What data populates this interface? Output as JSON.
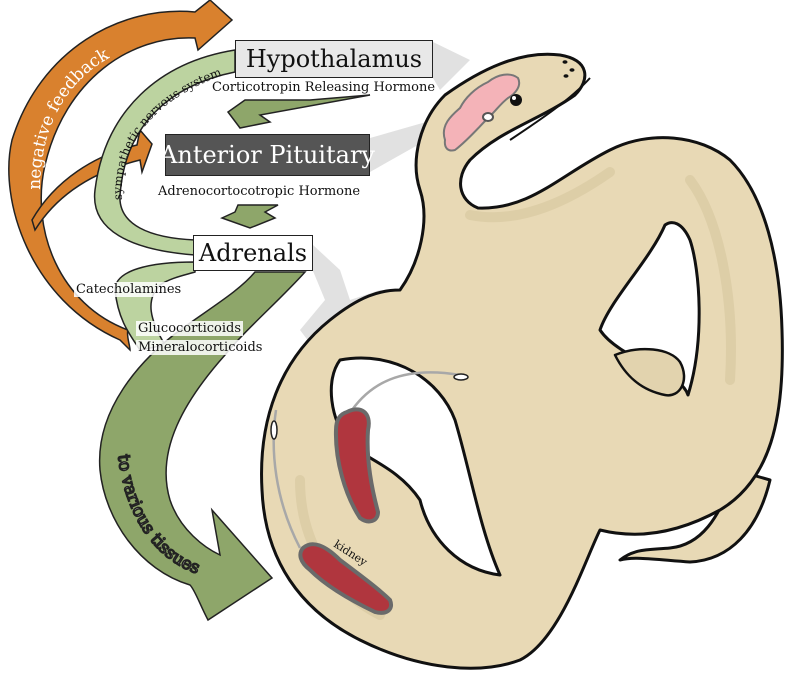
{
  "diagram": {
    "title": "Hypothalamic-pituitary-adrenal axis in a snake",
    "nodes": {
      "hypothalamus": "Hypothalamus",
      "anterior_pituitary": "Anterior Pituitary",
      "adrenals": "Adrenals"
    },
    "hormones": {
      "crh": "Corticotropin Releasing Hormone",
      "acth": "Adrenocortocotropic Hormone",
      "catecholamines": "Catecholamines",
      "glucocorticoids": "Glucocorticoids",
      "mineralocorticoids": "Mineralocorticoids"
    },
    "arrows": {
      "negative_feedback": "negative feedback",
      "sympathetic": "sympathetic nervous system",
      "to_tissues": "to various tissues"
    },
    "anatomy": {
      "kidney": "kidney"
    },
    "colors": {
      "feedback_orange": "#d9812e",
      "sympathetic_green": "#bcd3a0",
      "hormone_green": "#8ea66a",
      "snake_body": "#e8d9b5",
      "snake_shadow": "#d8c9a4",
      "brain_pink": "#f4b3b8",
      "kidney_red": "#b0363e",
      "kidney_outline": "#6a6a6a",
      "connector_gray": "#d4d4d4"
    }
  }
}
